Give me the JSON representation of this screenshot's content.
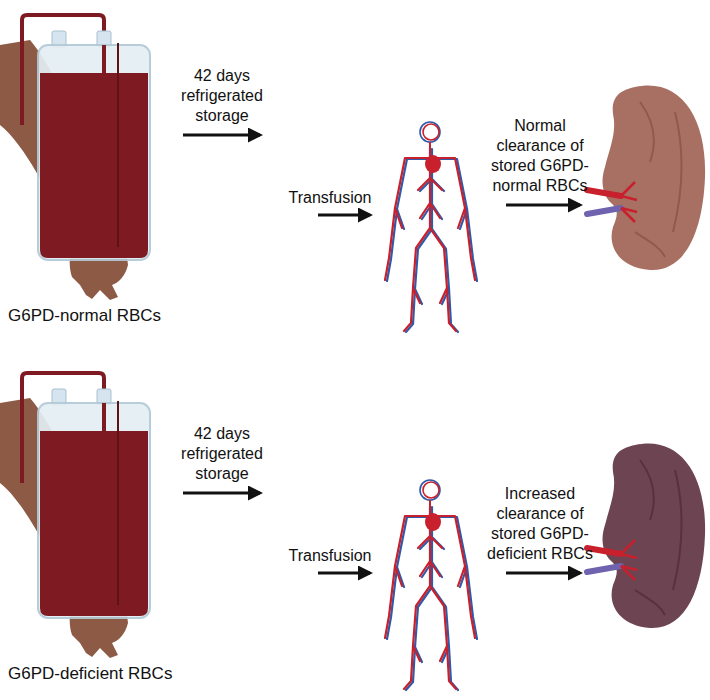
{
  "diagram": {
    "labels": [
      "42 days refrigerated storage",
      "Normal clearance of stored G6PD-normal RBCs",
      "Transfusion",
      "G6PD-normal RBCs",
      "42 days refrigerated storage",
      "Increased clearance of stored G6PD-deficient RBCs",
      "Transfusion",
      "G6PD-deficient RBCs"
    ]
  }
}
